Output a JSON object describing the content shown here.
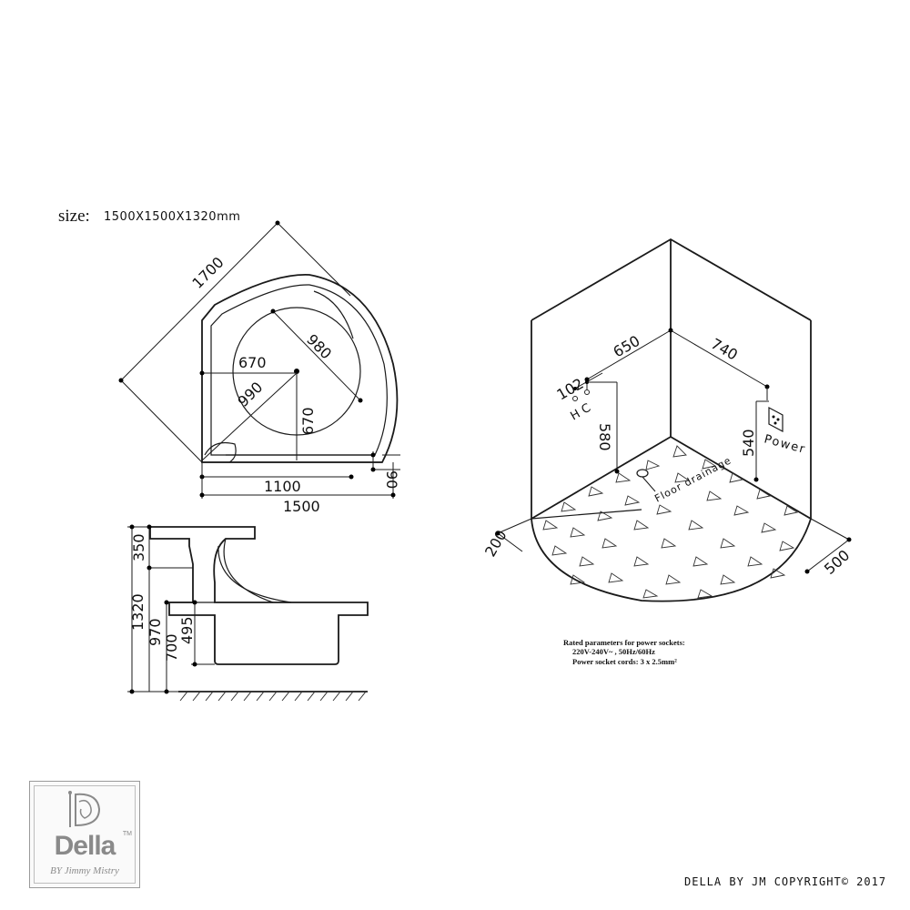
{
  "header": {
    "size_label": "size:",
    "size_value": "1500X1500X1320mm"
  },
  "top_view": {
    "diagonal": "1700",
    "inner_radius": "980",
    "seat_offset": "670",
    "radius_990": "990",
    "depth_670": "670",
    "ledge_90": "90",
    "inner_width": "1100",
    "outer_width": "1500"
  },
  "side_view": {
    "top_step": "350",
    "total_height": "1320",
    "rim_height": "970",
    "base_height": "700",
    "water_depth": "495"
  },
  "install_view": {
    "width_650": "650",
    "width_740": "740",
    "tap_spacing": "102",
    "tap_labels": "H C",
    "tap_height": "580",
    "socket_height": "540",
    "power_label": "Power",
    "drain_label": "Floor drainage",
    "left_depth": "200",
    "right_depth": "500"
  },
  "notes": {
    "title": "Rated parameters for power sockets:",
    "line1": "220V-240V~ ,  50Hz/60Hz",
    "line2": "Power socket cords: 3 x 2.5mm²"
  },
  "brand": {
    "logo_word": "Della",
    "logo_tm": "TM",
    "logo_by": "BY Jimmy Mistry",
    "copyright": "DELLA BY JM COPYRIGHT© 2017"
  }
}
